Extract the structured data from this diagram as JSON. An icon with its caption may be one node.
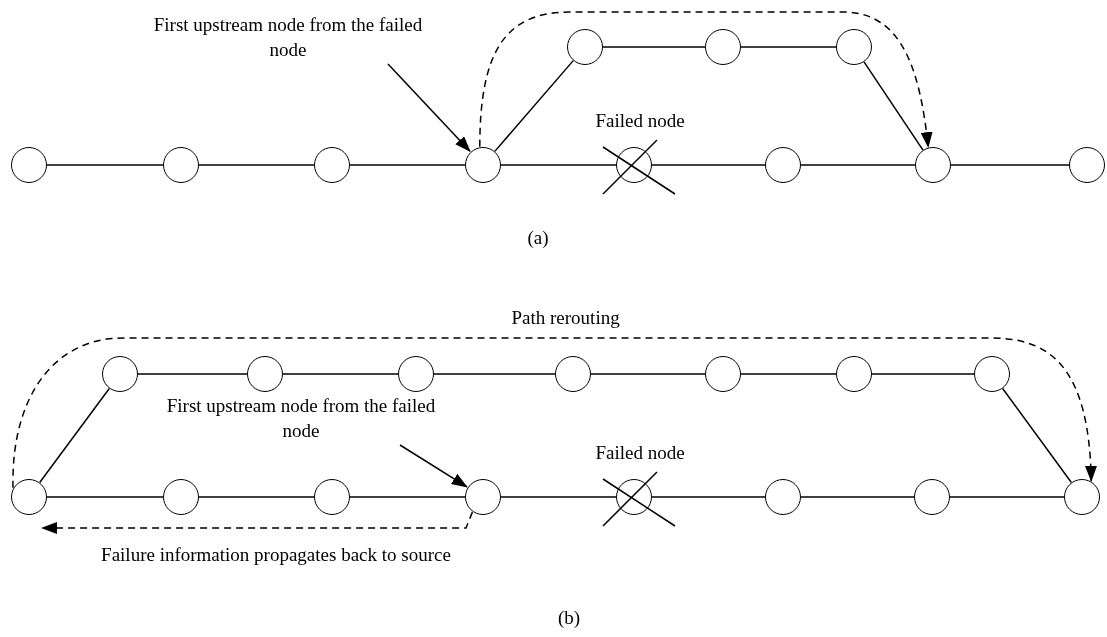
{
  "diagram": {
    "nodes": [
      {
        "text": [
          "First upstream node from the failed node"
        ]
      },
      {
        "text": [],
        "shape": "circle"
      },
      {
        "text": [],
        "shape": "circle"
      },
      {
        "text": [],
        "shape": "circle"
      },
      {
        "text": [],
        "shape": "circle"
      },
      {
        "text": [],
        "shape": "circle"
      },
      {
        "text": [],
        "shape": "circle"
      },
      {
        "text": [],
        "shape": "circle"
      },
      {
        "text": [],
        "shape": "circle",
        "beside": [
          "Failed node"
        ]
      },
      {
        "text": [],
        "shape": "circle"
      },
      {
        "text": [],
        "shape": "circle"
      },
      {
        "text": [],
        "shape": "circle"
      },
      {
        "text": [],
        "shape": "circle"
      },
      {
        "text": [],
        "shape": "circle"
      },
      {
        "text": [],
        "shape": "circle"
      },
      {
        "text": [],
        "shape": "circle"
      },
      {
        "text": [],
        "shape": "circle"
      },
      {
        "text": [],
        "shape": "circle"
      },
      {
        "text": [],
        "shape": "circle"
      },
      {
        "text": [
          "First upstream node from the failed node"
        ]
      },
      {
        "text": [],
        "shape": "circle"
      },
      {
        "text": [],
        "shape": "circle"
      },
      {
        "text": [],
        "shape": "circle"
      },
      {
        "text": [],
        "shape": "circle"
      },
      {
        "text": [],
        "shape": "circle",
        "beside": [
          "Failed node"
        ]
      },
      {
        "text": [],
        "shape": "circle"
      },
      {
        "text": [],
        "shape": "circle"
      },
      {
        "text": [],
        "shape": "circle"
      }
    ],
    "edges": [
      {
        "from": 4,
        "to": 5,
        "arrow": "none"
      },
      {
        "from": 5,
        "to": 6,
        "arrow": "none"
      },
      {
        "from": 6,
        "to": 7,
        "arrow": "none"
      },
      {
        "from": 7,
        "to": 8,
        "arrow": "none"
      },
      {
        "from": 8,
        "to": 9,
        "arrow": "none"
      },
      {
        "from": 9,
        "to": 10,
        "arrow": "none"
      },
      {
        "from": 10,
        "to": 11,
        "arrow": "none"
      },
      {
        "from": 7,
        "to": 1,
        "arrow": "none"
      },
      {
        "from": 1,
        "to": 2,
        "arrow": "none"
      },
      {
        "from": 2,
        "to": 3,
        "arrow": "none"
      },
      {
        "from": 3,
        "to": 10,
        "arrow": "none"
      },
      {
        "from": 7,
        "to": 10,
        "arrow": "to",
        "style": "dashed"
      },
      {
        "from": 0,
        "to": 7,
        "arrow": "to"
      },
      {
        "from": 20,
        "to": 21,
        "arrow": "none"
      },
      {
        "from": 21,
        "to": 22,
        "arrow": "none"
      },
      {
        "from": 22,
        "to": 23,
        "arrow": "none"
      },
      {
        "from": 23,
        "to": 24,
        "arrow": "none"
      },
      {
        "from": 24,
        "to": 25,
        "arrow": "none"
      },
      {
        "from": 25,
        "to": 26,
        "arrow": "none"
      },
      {
        "from": 26,
        "to": 27,
        "arrow": "none"
      },
      {
        "from": 20,
        "to": 12,
        "arrow": "none"
      },
      {
        "from": 12,
        "to": 13,
        "arrow": "none"
      },
      {
        "from": 13,
        "to": 14,
        "arrow": "none"
      },
      {
        "from": 14,
        "to": 15,
        "arrow": "none"
      },
      {
        "from": 15,
        "to": 16,
        "arrow": "none"
      },
      {
        "from": 16,
        "to": 17,
        "arrow": "none"
      },
      {
        "from": 17,
        "to": 18,
        "arrow": "none"
      },
      {
        "from": 18,
        "to": 27,
        "arrow": "none"
      },
      {
        "from": 20,
        "to": 27,
        "arrow": "to",
        "style": "dashed",
        "label": "Path rerouting"
      },
      {
        "from": 19,
        "to": 23,
        "arrow": "to"
      },
      {
        "from": 23,
        "to": 20,
        "arrow": "to",
        "style": "dashed",
        "label": "Failure information propagates back to source"
      }
    ],
    "labels": [
      "(a)",
      "(b)"
    ]
  }
}
